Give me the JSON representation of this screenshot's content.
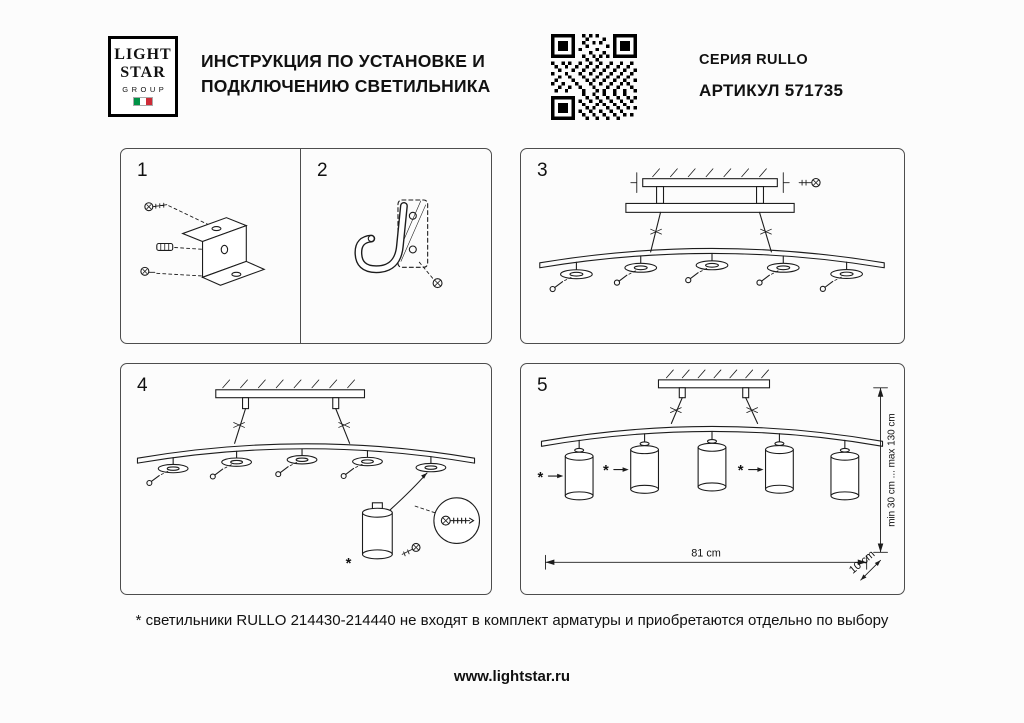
{
  "header": {
    "logo_line1": "LIGHT",
    "logo_line2": "STAR",
    "logo_line3": "GROUP",
    "title_line1": "ИНСТРУКЦИЯ ПО УСТАНОВКЕ И",
    "title_line2": "ПОДКЛЮЧЕНИЮ СВЕТИЛЬНИКА",
    "series": "СЕРИЯ RULLO",
    "article": "АРТИКУЛ 571735"
  },
  "steps": {
    "s1": "1",
    "s2": "2",
    "s3": "3",
    "s4": "4",
    "s5": "5"
  },
  "marks": {
    "asterisk": "*"
  },
  "dimensions": {
    "width": "81 cm",
    "height_range": "min 30 cm ... max 130 cm",
    "depth": "10 cm"
  },
  "footnote": "* светильники RULLO 214430-214440 не входят в комплект арматуры и приобретаются отдельно по выбору",
  "footer": {
    "website": "www.lightstar.ru"
  },
  "colors": {
    "ink": "#111111",
    "line_color": "#1c1c1c",
    "flag_green": "#009246",
    "flag_red": "#ce2b37"
  }
}
